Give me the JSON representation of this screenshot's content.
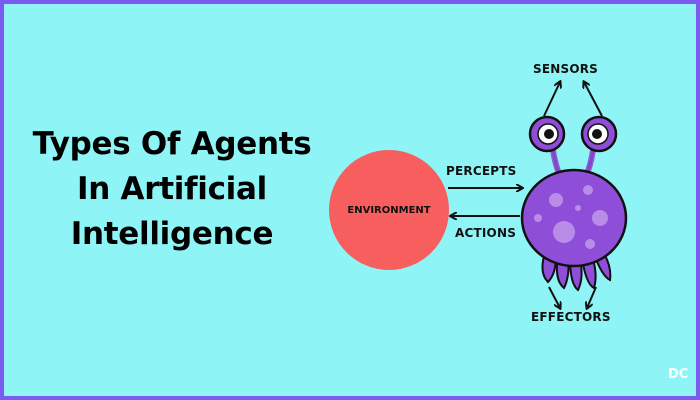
{
  "title": {
    "lines": [
      "Types Of Agents",
      "In Artificial",
      "Intelligence"
    ]
  },
  "diagram": {
    "environment": "ENVIRONMENT",
    "percepts": "PERCEPTS",
    "actions": "ACTIONS",
    "sensors": "SENSORS",
    "effectors": "EFFECTORS"
  },
  "logo": {
    "text": "DC"
  },
  "colors": {
    "background": "#8ef4f6",
    "border": "#7b5cf0",
    "environment": "#f75e5e",
    "agent_body": "#8e4ed8",
    "agent_spots": "#b98ce8"
  },
  "icons": [
    "arrow-right-icon",
    "arrow-left-icon",
    "alien-agent-icon",
    "logo-icon"
  ]
}
